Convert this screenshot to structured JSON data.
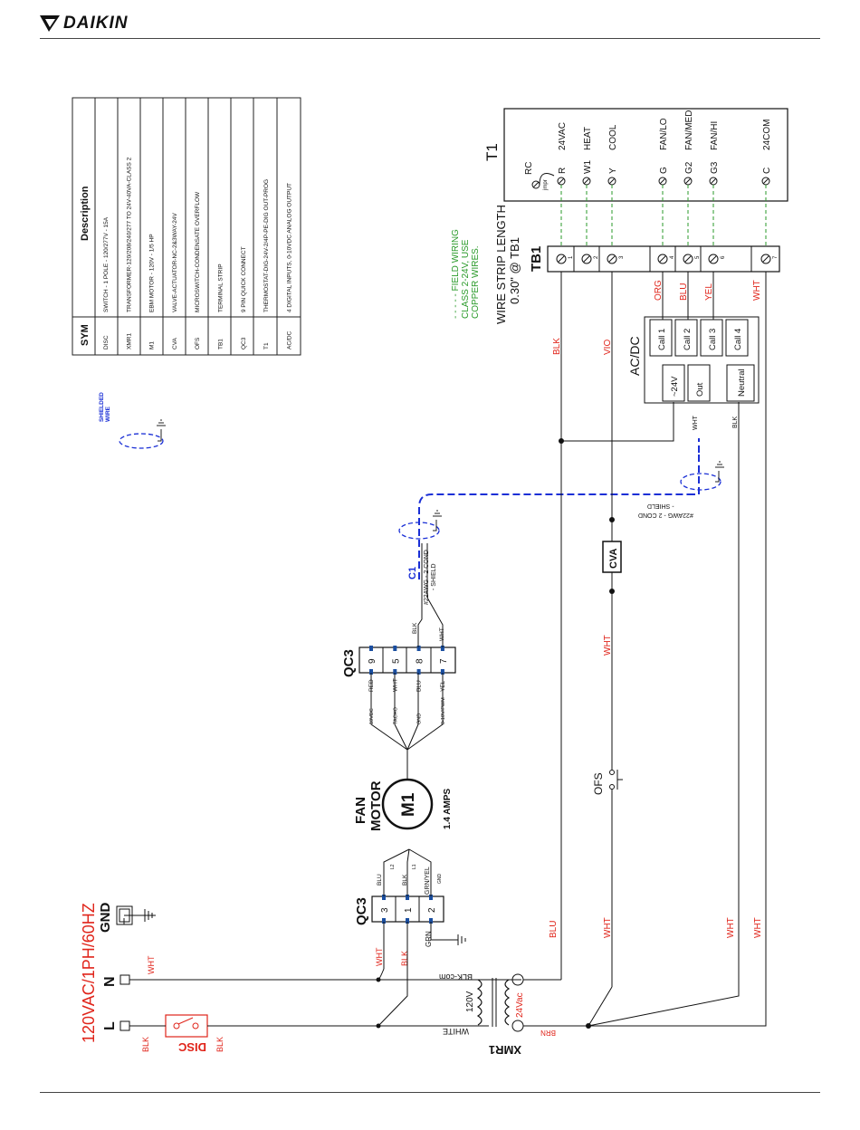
{
  "header": {
    "brand": "DAIKIN"
  },
  "legend": {
    "col_sym": "SYM",
    "col_desc": "Description",
    "rows": [
      {
        "sym": "DISC",
        "desc": "SWITCH - 1 POLE - 120/277V - 15A"
      },
      {
        "sym": "XMR1",
        "desc": "TRANSFORMER-120/208/240/277 TO 24V-40VA-CLASS 2"
      },
      {
        "sym": "M1",
        "desc": "EBM MOTOR - 120V - 1/5 HP"
      },
      {
        "sym": "CVA",
        "desc": "VALVE-ACTUATOR-NC-2&3WAY-24V"
      },
      {
        "sym": "OFS",
        "desc": "MICROSWITCH-CONDENSATE OVERFLOW"
      },
      {
        "sym": "TB1",
        "desc": "TERMINAL STRIP"
      },
      {
        "sym": "QC3",
        "desc": "9 PIN QUICK CONNECT"
      },
      {
        "sym": "T1",
        "desc": "THERMOSTAT-DIG-24V-2/4P-PE-DIG OUT-PROG"
      },
      {
        "sym": "AC/DC",
        "desc": "4 DIGITAL INPUTS, 0-10VDC ANALOG OUTPUT"
      }
    ]
  },
  "shielded_wire": {
    "line1": "SHIELDED",
    "line2": "WIRE"
  },
  "power": {
    "supply": "120VAC/1PH/60HZ",
    "gnd": "GND",
    "n": "N",
    "l": "L",
    "wht": "WHT",
    "blk": "BLK",
    "disc": "DISC",
    "blk2": "BLK"
  },
  "qc3_power": {
    "title": "QC3",
    "pins": [
      "3",
      "1",
      "2"
    ],
    "wires_in": [
      "WHT",
      "BLK",
      "GRN"
    ],
    "wires_out": [
      "BLU",
      "BLK",
      "GRN/YEL"
    ],
    "lead_tags": [
      "L2",
      "L1",
      "GND"
    ]
  },
  "motor": {
    "line1": "FAN",
    "line2": "MOTOR",
    "id": "M1",
    "amps": "1.4 AMPS"
  },
  "qc3_signal": {
    "title": "QC3",
    "pins": [
      "9",
      "5",
      "8",
      "7"
    ],
    "wires_in": [
      "RED",
      "WHT",
      "BLU",
      "YEL"
    ],
    "signals": [
      "10VDC",
      "TACHO",
      "GND",
      "0-10V/PWM"
    ],
    "wires_out": [
      "BLK",
      "WHT"
    ]
  },
  "cable_c1": {
    "id": "C1",
    "line1": "#22AWG - 2 COND",
    "line2": "- SHIELD"
  },
  "cable_2": {
    "line1": "#22AWG - 2 COND",
    "line2": "- SHIELD"
  },
  "xmr1": {
    "id": "XMR1",
    "primary": "120V",
    "secondary": "24Vac",
    "white": "WHITE",
    "blk_com": "BLK-com",
    "brn": "BRN"
  },
  "ofs": {
    "label": "OFS"
  },
  "cva": {
    "label": "CVA"
  },
  "wire_labels": {
    "blu": "BLU",
    "wht": "WHT",
    "wht2": "WHT",
    "wht3": "WHT",
    "wht4": "WHT",
    "blk": "BLK",
    "vio": "VIO"
  },
  "acdc": {
    "title": "AC/DC",
    "inputs": [
      "Call 1",
      "Call 2",
      "Call 3",
      "Call 4"
    ],
    "power": [
      "~24V",
      "Out",
      "Neutral"
    ],
    "wire_wht": "WHT",
    "wire_blk": "BLK"
  },
  "tb1": {
    "title": "TB1",
    "length_line1": "WIRE STRIP LENGTH",
    "length_line2": "0.30\" @ TB1",
    "terminals": [
      "1",
      "2",
      "3",
      "4",
      "5",
      "6",
      "7"
    ],
    "colors": [
      "ORG",
      "BLU",
      "YEL",
      "WHT"
    ]
  },
  "field_wiring": {
    "line1": "- - - - -  FIELD WIRING",
    "line2": "CLASS 2-24V, USE",
    "line3": "COPPER WIRES."
  },
  "t1": {
    "title": "T1",
    "rc": "RC",
    "jmpr": "jmpr",
    "terminals": [
      {
        "code": "R",
        "func": "24VAC"
      },
      {
        "code": "W1",
        "func": "HEAT"
      },
      {
        "code": "Y",
        "func": "COOL"
      },
      {
        "code": "G",
        "func": "FAN/LO"
      },
      {
        "code": "G2",
        "func": "FAN/MED"
      },
      {
        "code": "G3",
        "func": "FAN/HI"
      },
      {
        "code": "C",
        "func": "24COM"
      }
    ]
  },
  "colors": {
    "red": "#e0241a",
    "green": "#2a9a2a",
    "blue": "#1a2fd6",
    "black": "#111111",
    "shield": "#1a2fd6"
  }
}
